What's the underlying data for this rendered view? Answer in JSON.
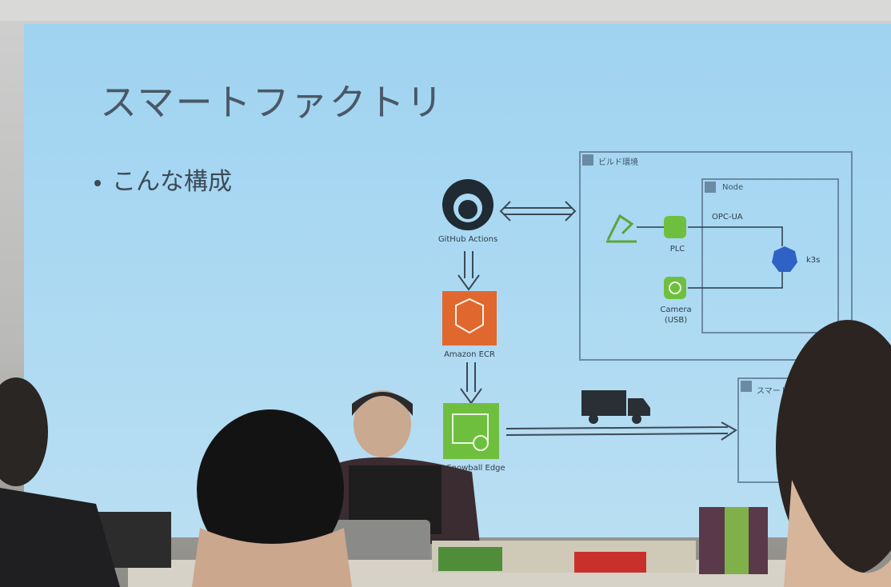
{
  "slide": {
    "title": "スマートファクトリ",
    "bullet": "こんな構成"
  },
  "diagram": {
    "github_label": "GitHub Actions",
    "ecr_label": "Amazon ECR",
    "snowball_label": "Snowball Edge",
    "build_env_label": "ビルド環境",
    "nodes_label": "Node",
    "opcua_label": "OPC-UA",
    "plc_label": "PLC",
    "camera_label": "Camera",
    "camera_sub": "(USB)",
    "k3s_label": "k3s",
    "factory_label": "スマートファク"
  },
  "colors": {
    "screen": "#a9d8f2",
    "ecr": "#e0682e",
    "snowball": "#6fbf3f",
    "k3s": "#2e62c4"
  }
}
